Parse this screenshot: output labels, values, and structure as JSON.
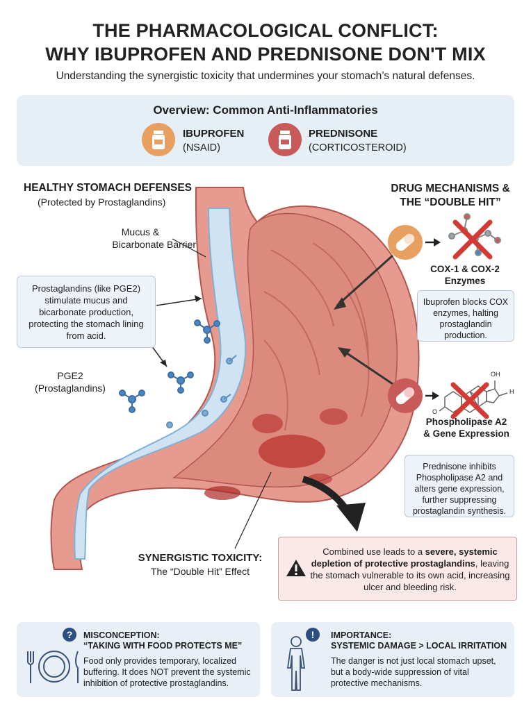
{
  "header": {
    "title_line1": "THE PHARMACOLOGICAL CONFLICT:",
    "title_line2": "WHY IBUPROFEN AND PREDNISONE DON'T MIX",
    "subtitle": "Understanding the synergistic toxicity that undermines your stomach’s natural defenses."
  },
  "overview": {
    "heading": "Overview: Common Anti-Inflammatories",
    "drugs": [
      {
        "name": "IBUPROFEN",
        "class": "(NSAID)",
        "color": "#e8a060"
      },
      {
        "name": "PREDNISONE",
        "class": "(CORTICOSTEROID)",
        "color": "#c85a5a"
      }
    ]
  },
  "left": {
    "heading": "HEALTHY STOMACH DEFENSES",
    "subheading": "(Protected by Prostaglandins)",
    "mucus_label_1": "Mucus &",
    "mucus_label_2": "Bicarbonate Barrier",
    "prostaglandin_box": "Prostaglandins (like PGE2) stimulate mucus and bicarbonate production, protecting the stomach lining from acid.",
    "pge2_label_1": "PGE2",
    "pge2_label_2": "(Prostaglandins)"
  },
  "right": {
    "heading_1": "DRUG MECHANISMS &",
    "heading_2": "THE “DOUBLE HIT”",
    "cox_label_1": "COX-1 & COX-2",
    "cox_label_2": "Enzymes",
    "cox_box": "Ibuprofen blocks COX enzymes, halting prostaglandin production.",
    "pla2_label_1": "Phospholipase A2",
    "pla2_label_2": "& Gene Expression",
    "pla2_box": "Prednisone inhibits Phospholipase A2 and alters gene expression, further suppressing prostaglandin synthesis.",
    "chem_label_oh": "OH",
    "chem_label_h": "H",
    "chem_label_o": "O"
  },
  "toxicity": {
    "heading": "SYNERGISTIC TOXICITY:",
    "subheading": "The “Double Hit” Effect",
    "warn_pre": "Combined use leads to a ",
    "warn_bold": "severe, systemic depletion of protective prostaglandins",
    "warn_post": ", leaving the stomach vulnerable to its own acid, increasing ulcer and bleeding risk."
  },
  "bottom": {
    "misconception_h1": "MISCONCEPTION:",
    "misconception_h2": "“TAKING WITH FOOD PROTECTS ME”",
    "misconception_text": "Food only provides temporary, localized buffering. It does NOT prevent the systemic inhibition of protective prostaglandins.",
    "importance_h1": "IMPORTANCE:",
    "importance_h2": "SYSTEMIC DAMAGE > LOCAL IRRITATION",
    "importance_text": "The danger is not just local stomach upset, but a body-wide suppression of vital protective mechanisms.",
    "q_icon": "?",
    "excl_icon": "!"
  }
}
